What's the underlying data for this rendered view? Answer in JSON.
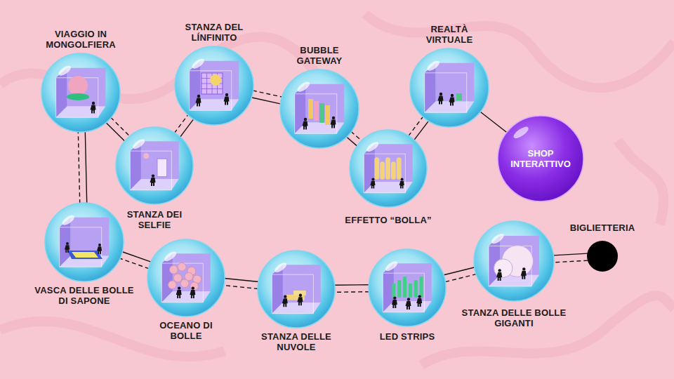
{
  "diagram": {
    "nodes": [
      {
        "text": [
          "BIGLIETTERIA"
        ]
      },
      {
        "text": [
          "STANZA DELLE BOLLE GIGANTI"
        ]
      },
      {
        "text": [
          "LED STRIPS"
        ]
      },
      {
        "text": [
          "STANZA DELLE NUVOLE"
        ]
      },
      {
        "text": [
          "OCEANO DI BOLLE"
        ]
      },
      {
        "text": [
          "VASCA DELLE BOLLE DI SAPONE"
        ]
      },
      {
        "text": [
          "VIAGGIO IN MONGOLFIERA"
        ]
      },
      {
        "text": [
          "STANZA DEI SELFIE"
        ]
      },
      {
        "text": [
          "STANZA DEL LÍNFINITO"
        ]
      },
      {
        "text": [
          "BUBBLE GATEWAY"
        ]
      },
      {
        "text": [
          "EFFETTO “BOLLA”"
        ]
      },
      {
        "text": [
          "REALTÀ VIRTUALE"
        ]
      },
      {
        "text": [
          "SHOP INTERATTIVO"
        ]
      }
    ],
    "edges": [
      {
        "from": 0,
        "to": 1,
        "arrow": "none"
      },
      {
        "from": 0,
        "to": 1,
        "arrow": "none"
      },
      {
        "from": 1,
        "to": 2,
        "arrow": "none"
      },
      {
        "from": 1,
        "to": 2,
        "arrow": "none"
      },
      {
        "from": 2,
        "to": 3,
        "arrow": "none"
      },
      {
        "from": 2,
        "to": 3,
        "arrow": "none"
      },
      {
        "from": 3,
        "to": 4,
        "arrow": "none"
      },
      {
        "from": 3,
        "to": 4,
        "arrow": "none"
      },
      {
        "from": 4,
        "to": 5,
        "arrow": "none"
      },
      {
        "from": 4,
        "to": 5,
        "arrow": "none"
      },
      {
        "from": 5,
        "to": 6,
        "arrow": "none"
      },
      {
        "from": 5,
        "to": 6,
        "arrow": "none"
      },
      {
        "from": 6,
        "to": 7,
        "arrow": "none"
      },
      {
        "from": 6,
        "to": 7,
        "arrow": "none"
      },
      {
        "from": 7,
        "to": 8,
        "arrow": "none"
      },
      {
        "from": 7,
        "to": 8,
        "arrow": "none"
      },
      {
        "from": 8,
        "to": 9,
        "arrow": "none"
      },
      {
        "from": 8,
        "to": 9,
        "arrow": "none"
      },
      {
        "from": 9,
        "to": 10,
        "arrow": "none"
      },
      {
        "from": 9,
        "to": 10,
        "arrow": "none"
      },
      {
        "from": 10,
        "to": 11,
        "arrow": "none"
      },
      {
        "from": 10,
        "to": 11,
        "arrow": "none"
      },
      {
        "from": 11,
        "to": 12,
        "arrow": "none"
      }
    ]
  }
}
